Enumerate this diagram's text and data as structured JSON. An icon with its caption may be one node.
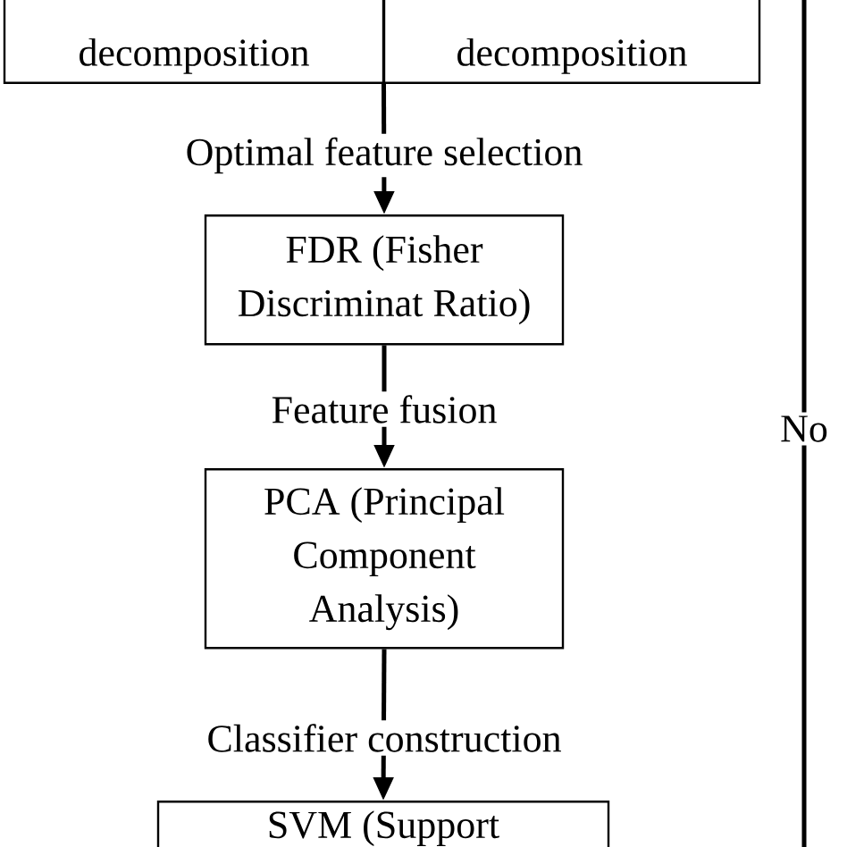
{
  "diagram": {
    "nodes": [
      {
        "text": [
          "decomposition"
        ]
      },
      {
        "text": [
          "decomposition"
        ]
      },
      {
        "text": [
          "FDR (Fisher Discriminat Ratio)"
        ]
      },
      {
        "text": [
          "PCA (Principal Component Analysis)"
        ]
      },
      {
        "text": [
          "SVM (Support"
        ]
      }
    ],
    "edges": [
      {
        "from": 0,
        "to": 2,
        "arrow": "to",
        "label": "Optimal feature selection"
      },
      {
        "from": 1,
        "to": 2,
        "arrow": "to"
      },
      {
        "from": 2,
        "to": 3,
        "arrow": "to",
        "label": "Feature fusion"
      },
      {
        "from": 3,
        "to": 4,
        "arrow": "to",
        "label": "Classifier construction"
      }
    ],
    "labels": [
      "No"
    ]
  }
}
